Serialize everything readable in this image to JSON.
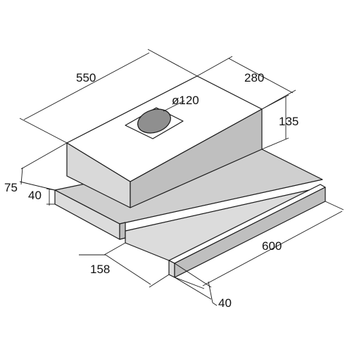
{
  "dimensions": {
    "width_label": "550",
    "depth_label": "280",
    "duct_label": "ø120",
    "height_label": "135",
    "tray_offset_label": "75",
    "tray_height_label": "40",
    "tray_depth_label": "158",
    "front_width_label": "600",
    "handle_height_label": "40"
  }
}
